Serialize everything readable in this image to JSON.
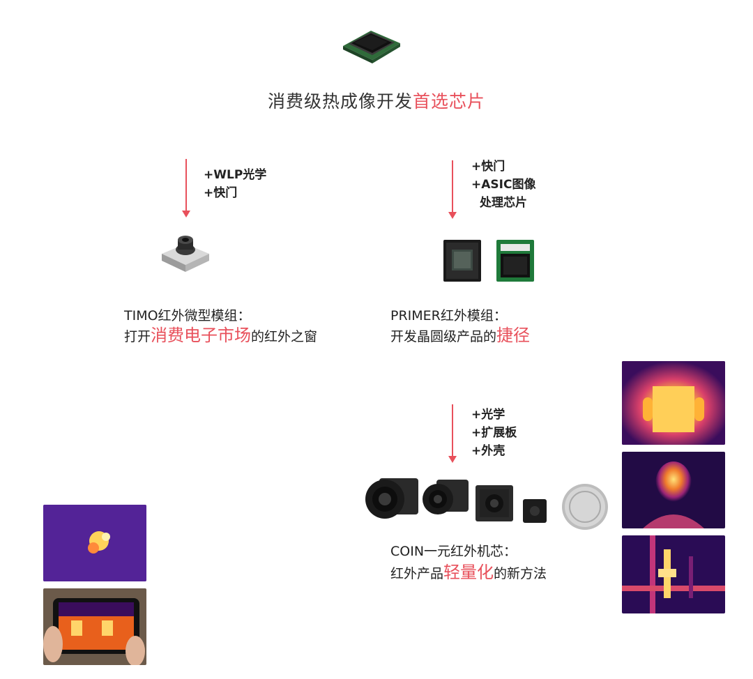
{
  "header": {
    "title_prefix": "消费级热成像开发",
    "title_highlight": "首选芯片"
  },
  "timo": {
    "steps": [
      "+WLP光学",
      "+快门"
    ],
    "name": "TIMO红外微型模组：",
    "tag_prefix": "打开",
    "tag_highlight": "消费电子市场",
    "tag_suffix": "的红外之窗"
  },
  "primer": {
    "steps": [
      "+快门",
      "+ASIC图像",
      "处理芯片"
    ],
    "name": "PRIMER红外模组：",
    "tag_prefix": "开发晶圆级产品的",
    "tag_highlight": "捷径"
  },
  "coin": {
    "steps": [
      "+光学",
      "+扩展板",
      "+外壳"
    ],
    "name": "COIN一元红外机芯：",
    "tag_prefix": "红外产品",
    "tag_highlight": "轻量化",
    "tag_suffix": "的新方法"
  },
  "colors": {
    "accent": "#e8505b",
    "thermal_dark": "#2a0a5a",
    "thermal_mid": "#c0307a",
    "thermal_hot": "#ffd24a"
  },
  "icons": [
    "chip-icon",
    "timo-module-icon",
    "primer-module-icon",
    "coin-camera-icon",
    "coin-battery-icon"
  ]
}
